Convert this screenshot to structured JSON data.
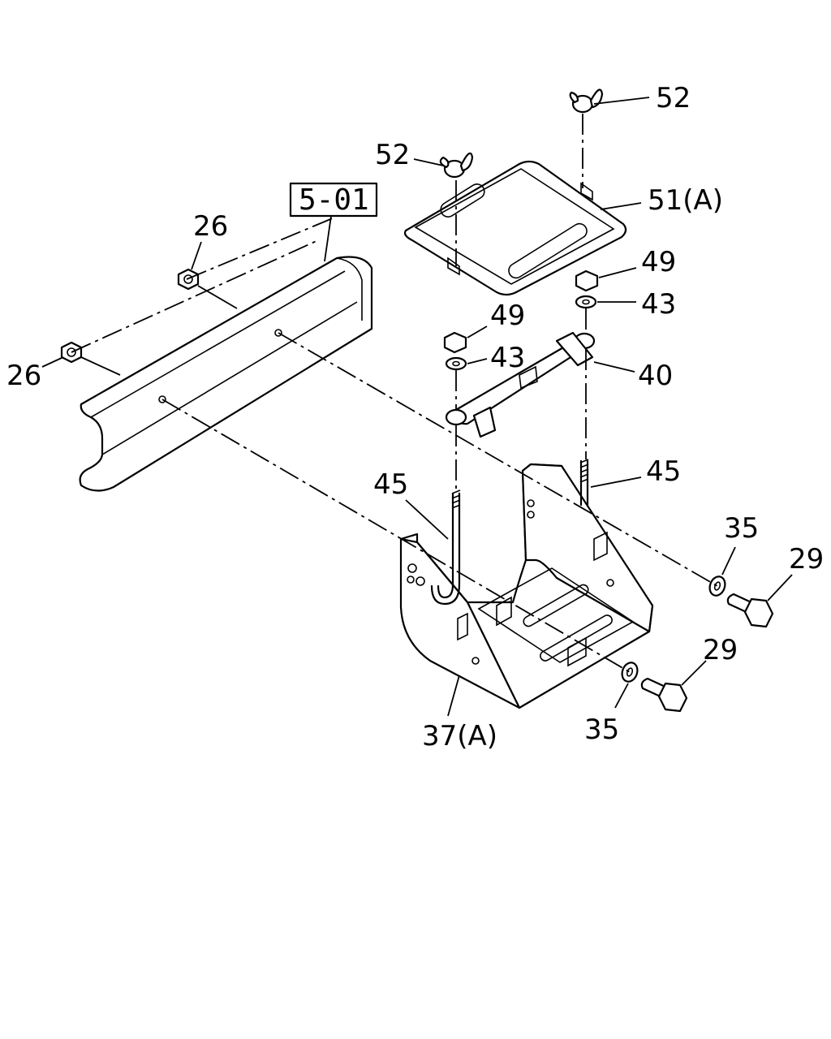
{
  "diagram": {
    "reference_box": "5-01",
    "labels": {
      "p52_top": "52",
      "p52_left": "52",
      "p51": "51(A)",
      "p49_right": "49",
      "p43_right": "43",
      "p49_left": "49",
      "p43_left": "43",
      "p40": "40",
      "p45_right": "45",
      "p45_left": "45",
      "p26_top": "26",
      "p26_left": "26",
      "p35_right": "35",
      "p29_right": "29",
      "p29_bottom": "29",
      "p35_bottom": "35",
      "p37": "37(A)"
    }
  }
}
